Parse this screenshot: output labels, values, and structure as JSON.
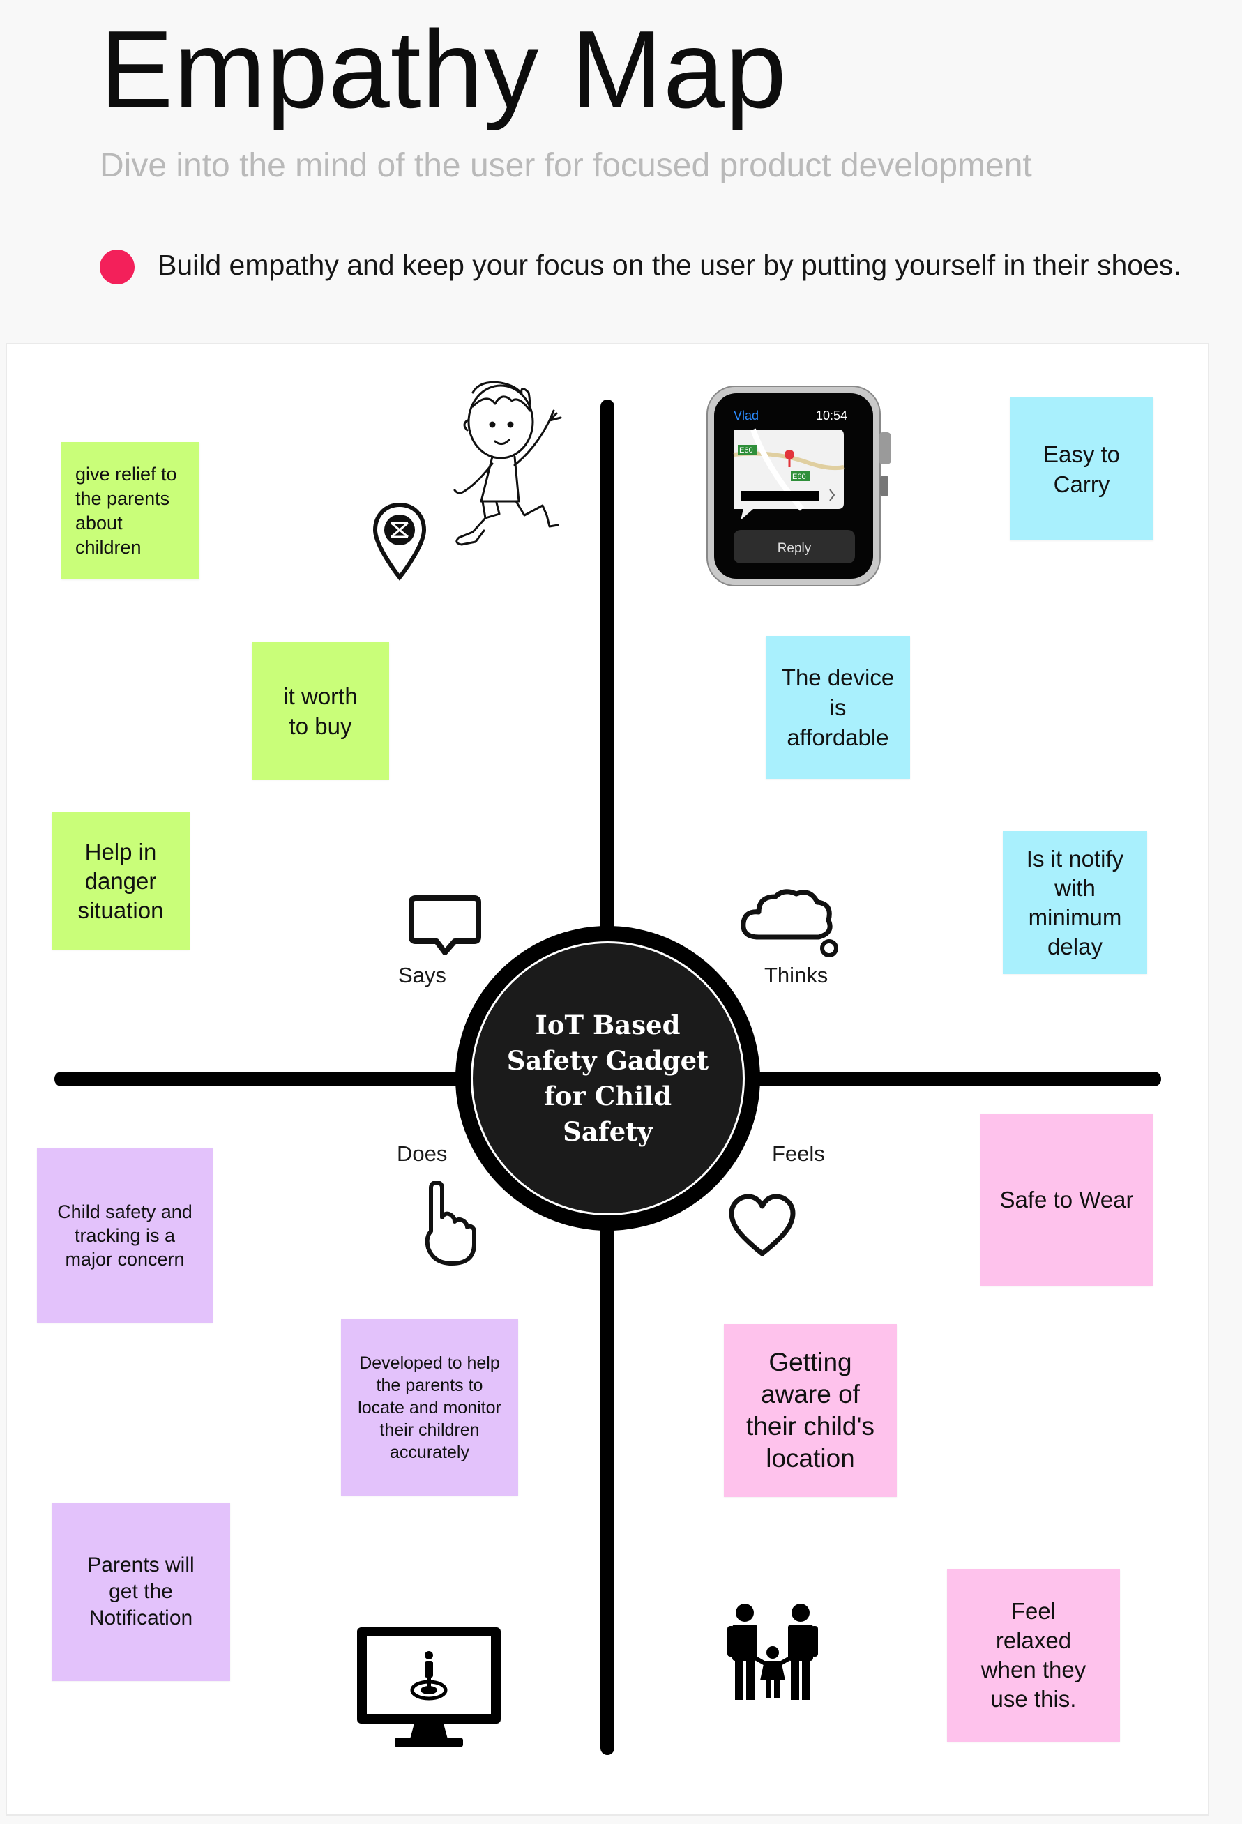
{
  "header": {
    "title": "Empathy Map",
    "subtitle": "Dive into the mind of the user for focused product development",
    "bullet": "Build empathy and keep your focus on the user by putting yourself in their shoes.",
    "bullet_color": "#f3205a"
  },
  "center": {
    "title": "IoT Based Safety Gadget for Child Safety"
  },
  "quadrants": {
    "says": "Says",
    "thinks": "Thinks",
    "does": "Does",
    "feels": "Feels"
  },
  "notes": {
    "says": [
      "give relief to\nthe parents\nabout\nchildren",
      "it worth\nto buy",
      "Help  in\ndanger\nsituation"
    ],
    "thinks": [
      "Easy to\nCarry",
      "The device\nis\naffordable",
      "Is it notify\nwith\nminimum\ndelay"
    ],
    "does": [
      "Child safety and\ntracking is a\nmajor concern",
      "Developed to help\nthe parents to\nlocate and monitor\ntheir children\naccurately",
      "Parents will\nget the\nNotification"
    ],
    "feels": [
      "Safe to Wear",
      "Getting\naware of\ntheir child's\nlocation",
      "Feel\nrelaxed\nwhen they\nuse this."
    ]
  },
  "watch": {
    "back_label": "Vlad",
    "time": "10:54",
    "reply_label": "Reply",
    "road_label_1": "E60",
    "road_label_2": "E60"
  },
  "note_colors": {
    "says": "#c9fe79",
    "thinks": "#a9f0fd",
    "does": "#e3c2fb",
    "feels": "#fec2ec"
  },
  "icons": [
    "child-drawing-icon",
    "location-pin-icon",
    "smartwatch-icon",
    "speech-bubble-icon",
    "thought-cloud-icon",
    "pointing-hand-icon",
    "heart-icon",
    "family-icon",
    "monitor-target-icon"
  ]
}
